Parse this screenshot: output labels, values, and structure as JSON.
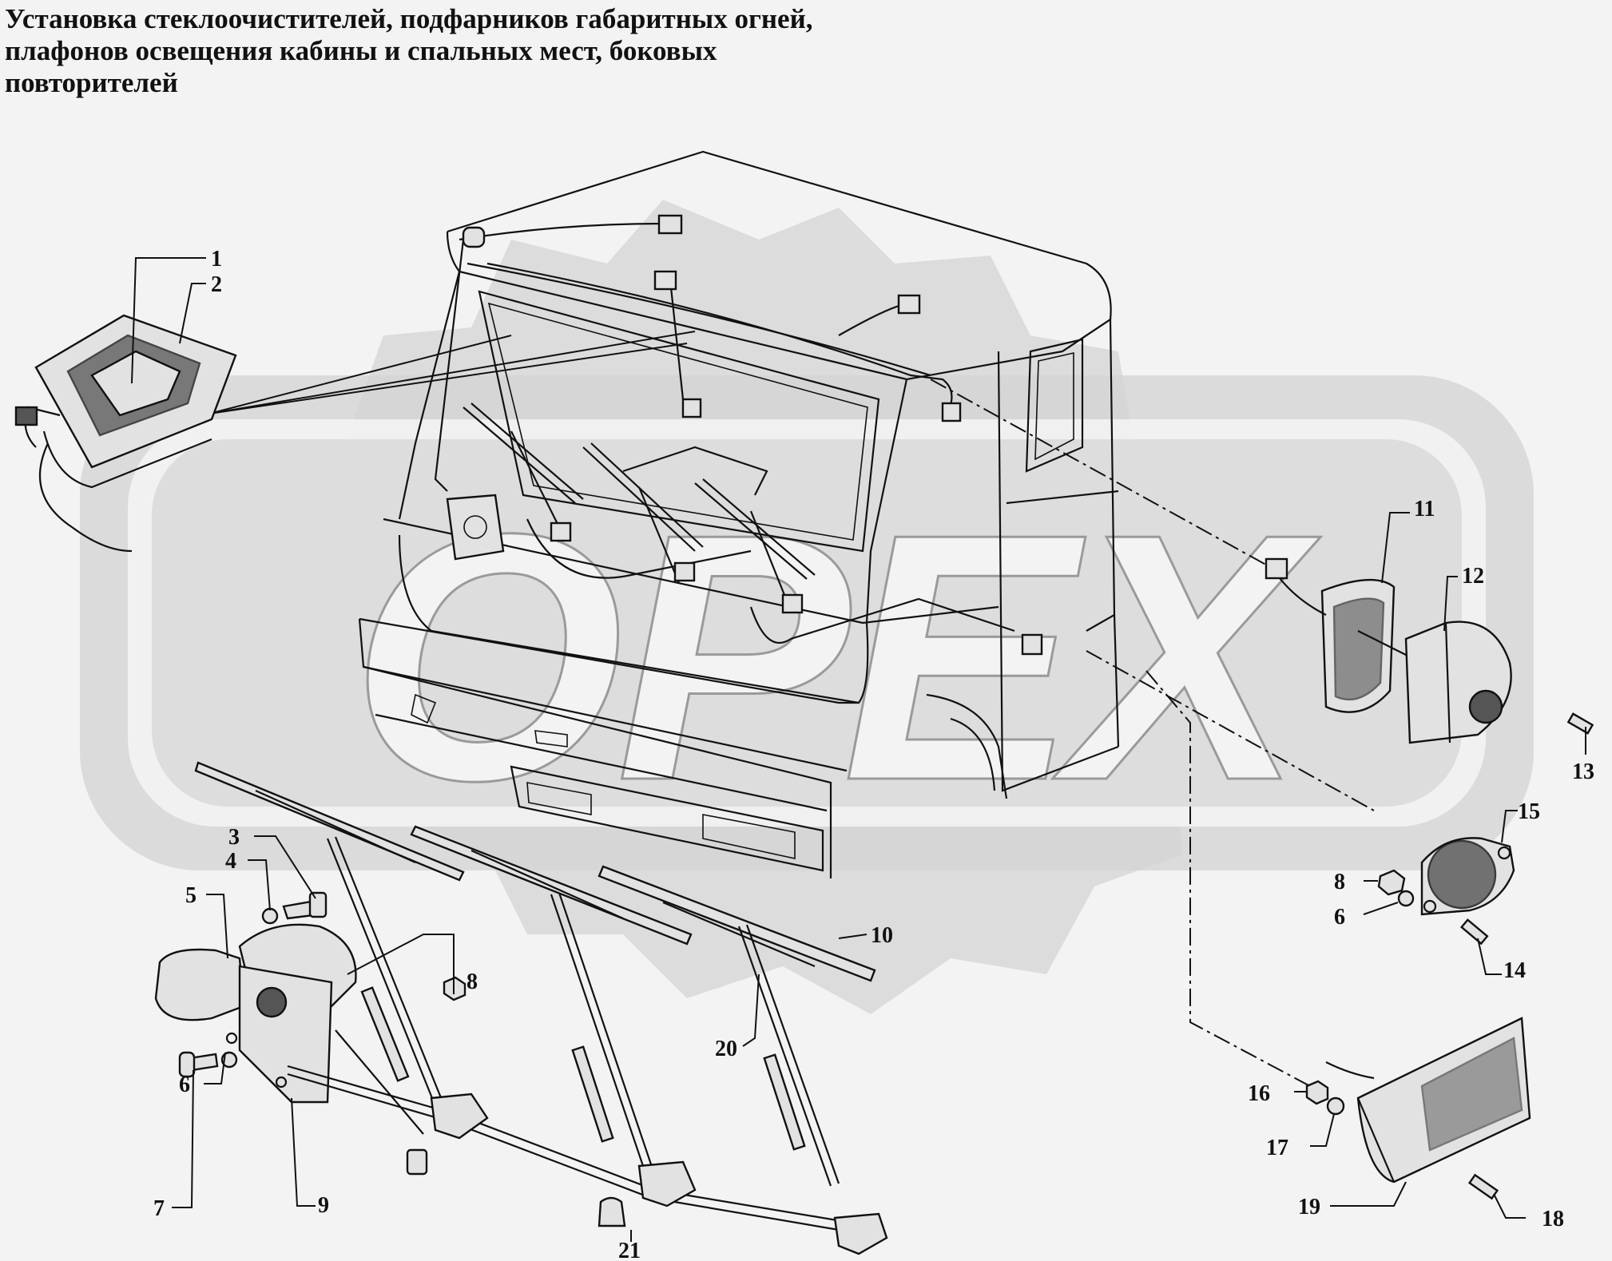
{
  "title_lines": [
    "Установка стеклоочистителей, подфарников габаритных огней,",
    "плафонов освещения кабины и спальных мест, боковых",
    "повторителей"
  ],
  "watermark": {
    "text": "ОРЕХ"
  },
  "callouts": [
    {
      "id": "c1",
      "label": "1"
    },
    {
      "id": "c2",
      "label": "2"
    },
    {
      "id": "c3",
      "label": "3"
    },
    {
      "id": "c4",
      "label": "4"
    },
    {
      "id": "c5",
      "label": "5"
    },
    {
      "id": "c6a",
      "label": "6"
    },
    {
      "id": "c6b",
      "label": "6"
    },
    {
      "id": "c7",
      "label": "7"
    },
    {
      "id": "c8a",
      "label": "8"
    },
    {
      "id": "c8b",
      "label": "8"
    },
    {
      "id": "c9",
      "label": "9"
    },
    {
      "id": "c10",
      "label": "10"
    },
    {
      "id": "c11",
      "label": "11"
    },
    {
      "id": "c12",
      "label": "12"
    },
    {
      "id": "c13",
      "label": "13"
    },
    {
      "id": "c14",
      "label": "14"
    },
    {
      "id": "c15",
      "label": "15"
    },
    {
      "id": "c16",
      "label": "16"
    },
    {
      "id": "c17",
      "label": "17"
    },
    {
      "id": "c18",
      "label": "18"
    },
    {
      "id": "c19",
      "label": "19"
    },
    {
      "id": "c20",
      "label": "20"
    },
    {
      "id": "c21",
      "label": "21"
    }
  ],
  "colors": {
    "background": "#f3f3f3",
    "ink": "#111111",
    "watermark": "#d4d4d4"
  }
}
